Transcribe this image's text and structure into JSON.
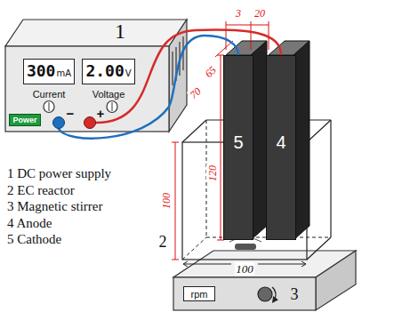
{
  "diagram": {
    "nodes": [
      {
        "text": [
          "1"
        ]
      },
      {
        "text": [
          "300",
          "mA",
          "Current"
        ],
        "in": 0
      },
      {
        "text": [
          "2.00",
          "V",
          "Voltage"
        ],
        "in": 0
      },
      {
        "text": [
          "Power"
        ],
        "in": 0
      },
      {
        "text": [
          "−"
        ],
        "in": 0
      },
      {
        "text": [
          "+"
        ],
        "in": 0
      },
      {
        "text": [
          "5"
        ]
      },
      {
        "text": [
          "4"
        ]
      },
      {
        "text": [
          "3"
        ]
      },
      {
        "text": [
          "rpm"
        ],
        "in": 8
      }
    ],
    "edges": [
      {
        "from": 4,
        "to": 6,
        "arrow": "none"
      },
      {
        "from": 5,
        "to": 7,
        "arrow": "none"
      }
    ],
    "labels": [
      "1 DC power supply",
      "2 EC reactor",
      "3 Magnetic stirrer",
      "4 Anode",
      "5 Cathode",
      "3",
      "20",
      "65",
      "70",
      "120",
      "100",
      "100",
      "2"
    ]
  }
}
